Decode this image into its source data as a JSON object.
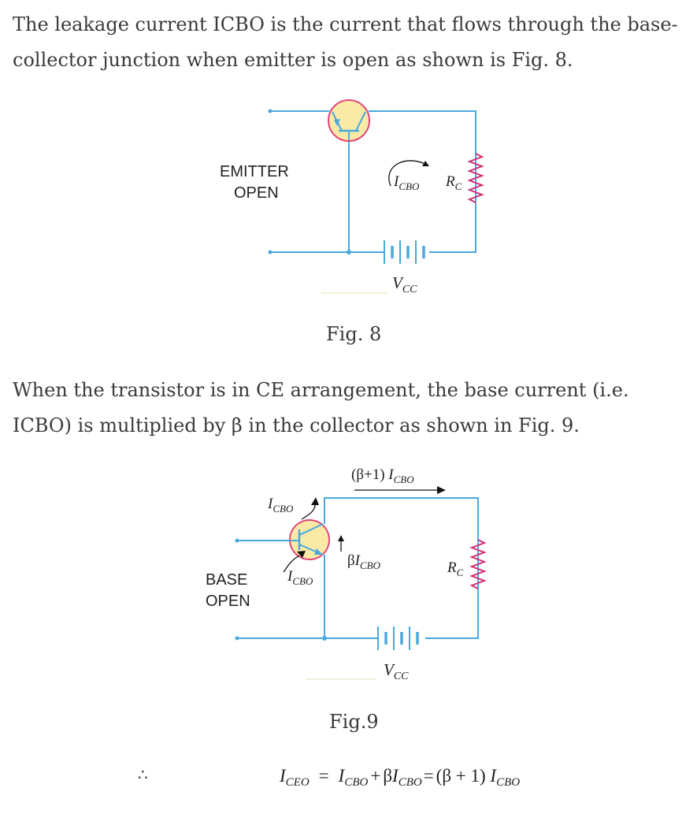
{
  "text": {
    "para1": "The leakage current ICBO is the current that flows through the base-collector junction when emitter is open as shown is Fig. 8.",
    "para2": "When the transistor is in CE arrangement, the base current (i.e. ICBO) is multiplied by β in the collector as shown in Fig. 9."
  },
  "fig8": {
    "caption": "Fig. 8",
    "label_line1": "EMITTER",
    "label_line2": "OPEN",
    "current_I": "I",
    "current_sub": "CBO",
    "rc_R": "R",
    "rc_sub": "C",
    "vcc_V": "V",
    "vcc_sub": "CC"
  },
  "fig9": {
    "caption": "Fig.9",
    "label_line1": "BASE",
    "label_line2": "OPEN",
    "top_prefix": "(β+1) ",
    "top_I": "I",
    "top_sub": "CBO",
    "icbo_I": "I",
    "icbo_sub": "CBO",
    "beta_prefix": "β",
    "beta_I": "I",
    "beta_sub": "CBO",
    "rc_R": "R",
    "rc_sub": "C",
    "vcc_V": "V",
    "vcc_sub": "CC"
  },
  "equation": {
    "therefore": "∴",
    "lhs_I": "I",
    "lhs_sub": "CEO",
    "equals": "=",
    "t1_I": "I",
    "t1_sub": "CBO",
    "plus1": "+",
    "t2_beta": "β",
    "t2_I": "I",
    "t2_sub": "CBO",
    "equals2": "=",
    "t3_prefix": "(β + 1) ",
    "t3_I": "I",
    "t3_sub": "CBO"
  },
  "colors": {
    "wire": "#4aa8dc",
    "transistor_fill": "#fbeaa6",
    "transistor_ring": "#e0457c",
    "resistor": "#cf2e74",
    "text": "#3a3a3a",
    "arrow": "#111111"
  }
}
